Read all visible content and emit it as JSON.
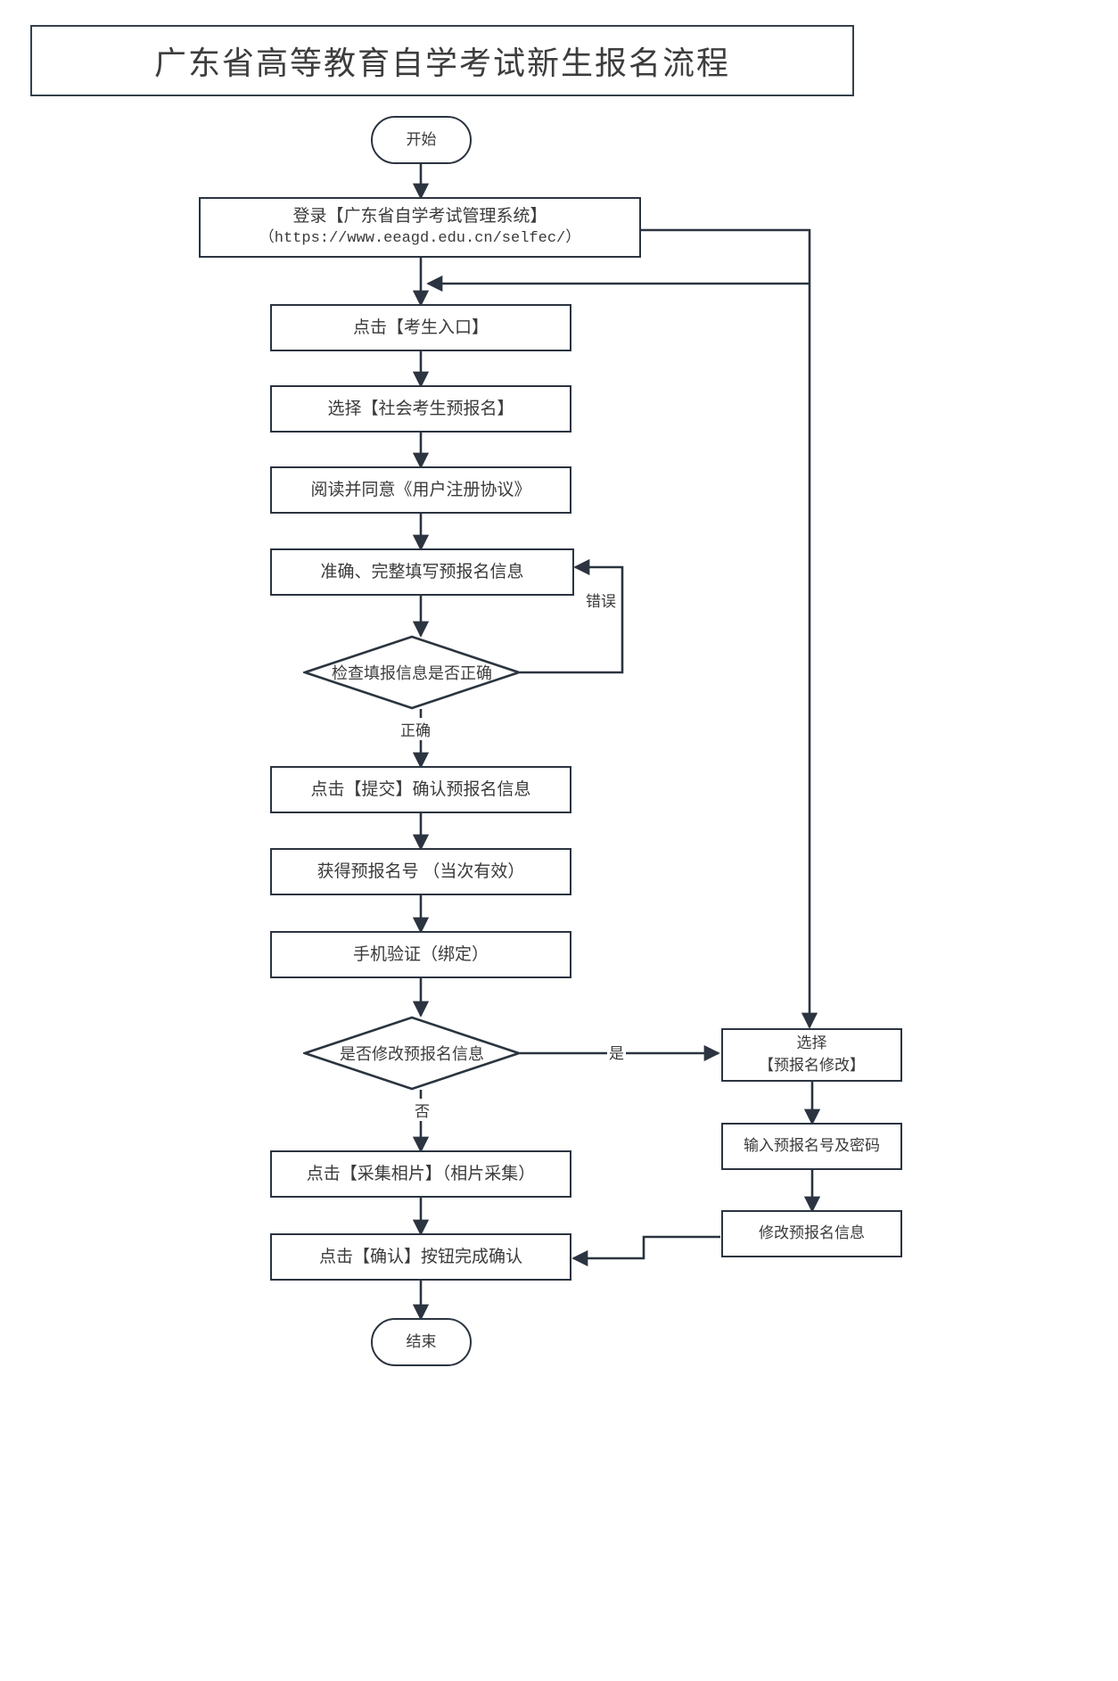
{
  "title": "广东省高等教育自学考试新生报名流程",
  "nodes": {
    "start": {
      "label": "开始",
      "shape": "terminal"
    },
    "login": {
      "line1": "登录【广东省自学考试管理系统】",
      "line2": "（https://www.eeagd.edu.cn/selfec/）",
      "shape": "process"
    },
    "entrance": {
      "label": "点击【考生入口】",
      "shape": "process"
    },
    "preregister": {
      "label": "选择【社会考生预报名】",
      "shape": "process"
    },
    "agreement": {
      "label": "阅读并同意《用户注册协议》",
      "shape": "process"
    },
    "fillinfo": {
      "label": "准确、完整填写预报名信息",
      "shape": "process"
    },
    "check": {
      "label": "检查填报信息是否正确",
      "shape": "decision"
    },
    "submit": {
      "label": "点击【提交】确认预报名信息",
      "shape": "process"
    },
    "getnumber": {
      "label": "获得预报名号 （当次有效）",
      "shape": "process"
    },
    "phone": {
      "label": "手机验证（绑定）",
      "shape": "process"
    },
    "modify_q": {
      "label": "是否修改预报名信息",
      "shape": "decision"
    },
    "choose_modify": {
      "line1": "选择",
      "line2": "【预报名修改】",
      "shape": "process"
    },
    "input_number": {
      "label": "输入预报名号及密码",
      "shape": "process"
    },
    "do_modify": {
      "label": "修改预报名信息",
      "shape": "process"
    },
    "photo": {
      "label": "点击【采集相片】（相片采集）",
      "shape": "process"
    },
    "confirm": {
      "label": "点击【确认】按钮完成确认",
      "shape": "process"
    },
    "end": {
      "label": "结束",
      "shape": "terminal"
    }
  },
  "edge_labels": {
    "error": "错误",
    "correct": "正确",
    "yes": "是",
    "no": "否"
  },
  "colors": {
    "stroke": "#2b3440",
    "text": "#3d3d3d",
    "background": "#ffffff"
  }
}
